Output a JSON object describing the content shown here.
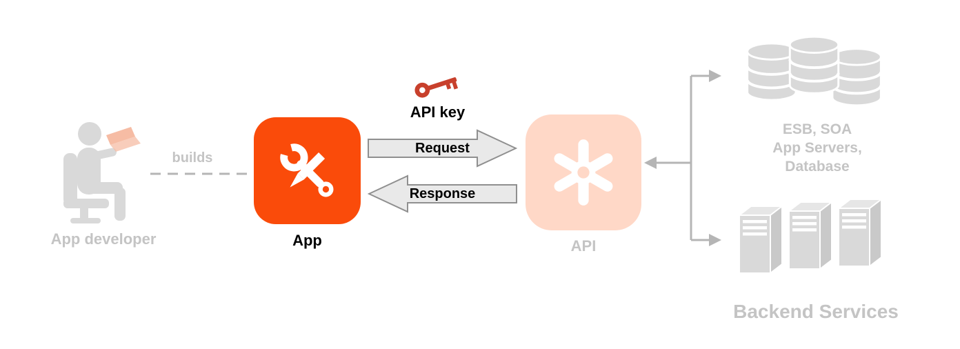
{
  "diagram": {
    "developer": {
      "label": "App developer",
      "builds_label": "builds"
    },
    "app": {
      "label": "App"
    },
    "api_key": {
      "label": "API key"
    },
    "request": {
      "label": "Request"
    },
    "response": {
      "label": "Response"
    },
    "api": {
      "label": "API"
    },
    "esb": {
      "label": "ESB, SOA\nApp Servers,\nDatabase"
    },
    "backend": {
      "label": "Backend Services"
    },
    "colors": {
      "app_orange": "#FA4B0A",
      "api_peach": "#FFD8C7",
      "icon_gray": "#D9D9D9",
      "icon_gray_dark": "#C9C9C9",
      "icon_gray_light": "#E6E6E6",
      "text_gray": "#C4C4C4",
      "text_black": "#000000",
      "key_red": "#C8402C",
      "laptop_peach": "#F6BCA4",
      "arrow_fill": "#E9E9E9",
      "arrow_stroke": "#8F8F8F",
      "line_gray": "#B5B5B5"
    }
  }
}
